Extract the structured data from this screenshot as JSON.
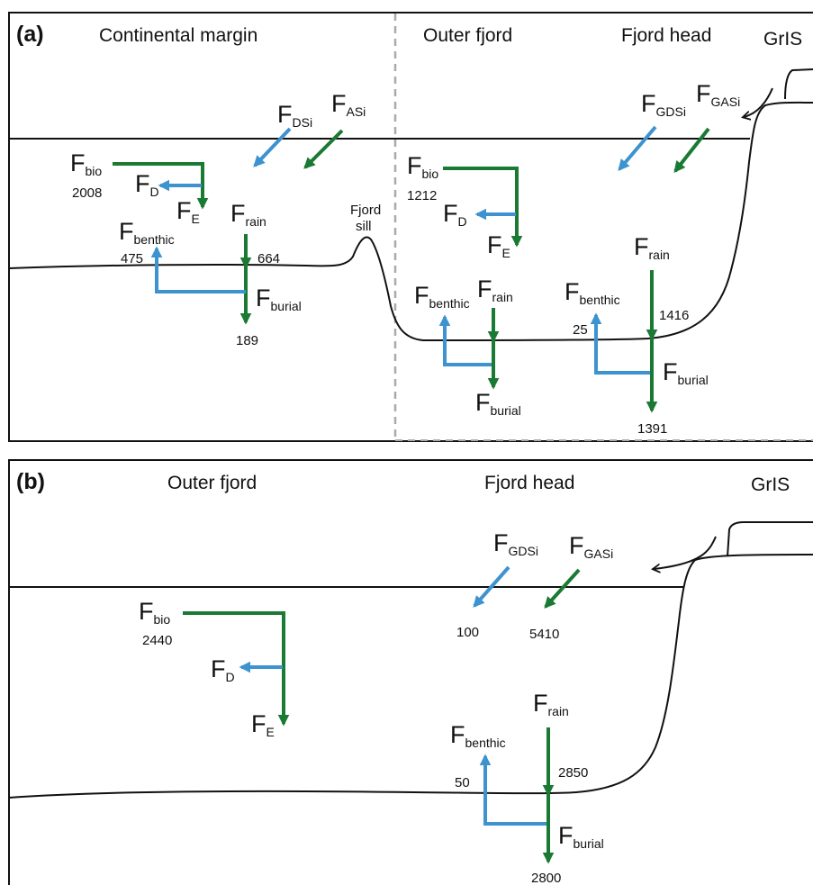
{
  "panel_a": {
    "label": "(a)",
    "regions": {
      "continental_margin": "Continental margin",
      "outer_fjord": "Outer fjord",
      "fjord_head": "Fjord head",
      "gris": "GrIS"
    },
    "sill_label_1": "Fjord",
    "sill_label_2": "sill",
    "fluxes": {
      "F_DSi": {
        "main": "F",
        "sub": "DSi"
      },
      "F_ASi": {
        "main": "F",
        "sub": "ASi"
      },
      "F_GDSi": {
        "main": "F",
        "sub": "GDSi"
      },
      "F_GASi": {
        "main": "F",
        "sub": "GASi"
      },
      "cm_bio": {
        "main": "F",
        "sub": "bio",
        "value": "2008"
      },
      "cm_D": {
        "main": "F",
        "sub": "D"
      },
      "cm_E": {
        "main": "F",
        "sub": "E"
      },
      "cm_rain": {
        "main": "F",
        "sub": "rain",
        "value": "664"
      },
      "cm_benthic": {
        "main": "F",
        "sub": "benthic",
        "value": "475"
      },
      "cm_burial": {
        "main": "F",
        "sub": "burial",
        "value": "189"
      },
      "of_bio": {
        "main": "F",
        "sub": "bio",
        "value": "1212"
      },
      "of_D": {
        "main": "F",
        "sub": "D"
      },
      "of_E": {
        "main": "F",
        "sub": "E"
      },
      "of_benthic": {
        "main": "F",
        "sub": "benthic"
      },
      "of_rain": {
        "main": "F",
        "sub": "rain"
      },
      "of_burial": {
        "main": "F",
        "sub": "burial"
      },
      "fh_benthic": {
        "main": "F",
        "sub": "benthic",
        "value": "25"
      },
      "fh_rain": {
        "main": "F",
        "sub": "rain",
        "value": "1416"
      },
      "fh_burial": {
        "main": "F",
        "sub": "burial",
        "value": "1391"
      }
    }
  },
  "panel_b": {
    "label": "(b)",
    "regions": {
      "outer_fjord": "Outer fjord",
      "fjord_head": "Fjord head",
      "gris": "GrIS"
    },
    "fluxes": {
      "F_GDSi": {
        "main": "F",
        "sub": "GDSi",
        "value": "100"
      },
      "F_GASi": {
        "main": "F",
        "sub": "GASi",
        "value": "5410"
      },
      "bio": {
        "main": "F",
        "sub": "bio",
        "value": "2440"
      },
      "D": {
        "main": "F",
        "sub": "D"
      },
      "E": {
        "main": "F",
        "sub": "E"
      },
      "benthic": {
        "main": "F",
        "sub": "benthic",
        "value": "50"
      },
      "rain": {
        "main": "F",
        "sub": "rain",
        "value": "2850"
      },
      "burial": {
        "main": "F",
        "sub": "burial",
        "value": "2800"
      }
    }
  },
  "colors": {
    "green_arrow": "#1a7a33",
    "blue_arrow": "#3d93cf",
    "line": "#111111",
    "divider": "#aaaaaa"
  },
  "icons": {
    "ice_flow": "curved-arrow-icon"
  }
}
